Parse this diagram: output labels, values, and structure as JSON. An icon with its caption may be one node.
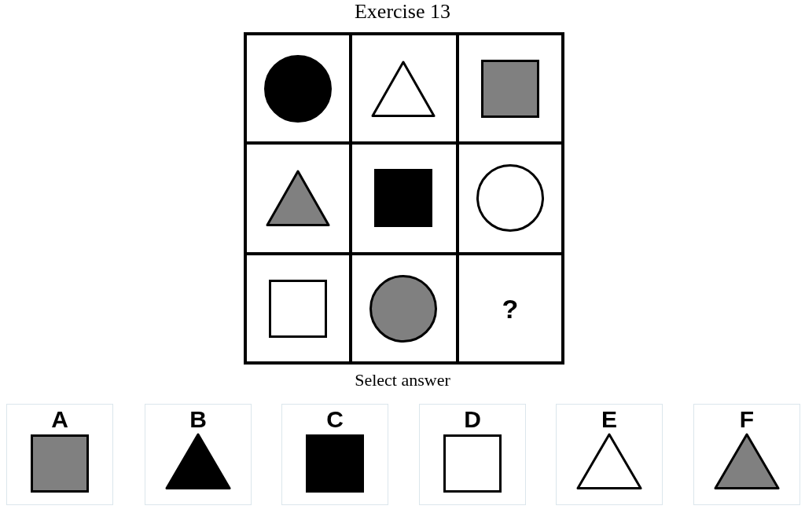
{
  "diagram": {
    "title": "Exercise 13",
    "nodes": [
      {
        "text": [],
        "shape": "box"
      },
      {
        "text": [],
        "shape": "circle",
        "in": 0
      },
      {
        "text": [],
        "shape": "box"
      },
      {
        "text": [],
        "shape": "triangle",
        "in": 2
      },
      {
        "text": [],
        "shape": "box"
      },
      {
        "text": [],
        "shape": "box",
        "in": 4
      },
      {
        "text": [],
        "shape": "box"
      },
      {
        "text": [],
        "shape": "triangle",
        "in": 6
      },
      {
        "text": [],
        "shape": "box"
      },
      {
        "text": [],
        "shape": "box",
        "in": 8
      },
      {
        "text": [],
        "shape": "box"
      },
      {
        "text": [],
        "shape": "circle",
        "in": 10
      },
      {
        "text": [],
        "shape": "box"
      },
      {
        "text": [],
        "shape": "box",
        "in": 12
      },
      {
        "text": [],
        "shape": "box"
      },
      {
        "text": [],
        "shape": "circle",
        "in": 14
      },
      {
        "text": [
          "?"
        ]
      },
      {
        "text": [
          "A"
        ]
      },
      {
        "text": [],
        "shape": "box",
        "in": 17
      },
      {
        "text": [
          "B"
        ]
      },
      {
        "text": [],
        "shape": "triangle",
        "in": 19
      },
      {
        "text": [
          "C"
        ]
      },
      {
        "text": [],
        "shape": "box",
        "in": 21
      },
      {
        "text": [
          "D"
        ]
      },
      {
        "text": [],
        "shape": "box",
        "in": 23
      },
      {
        "text": [
          "E"
        ]
      },
      {
        "text": [],
        "shape": "triangle",
        "in": 25
      },
      {
        "text": [
          "F"
        ]
      },
      {
        "text": [],
        "shape": "triangle",
        "in": 27
      }
    ],
    "edges": [],
    "labels": [
      "Select answer"
    ]
  }
}
